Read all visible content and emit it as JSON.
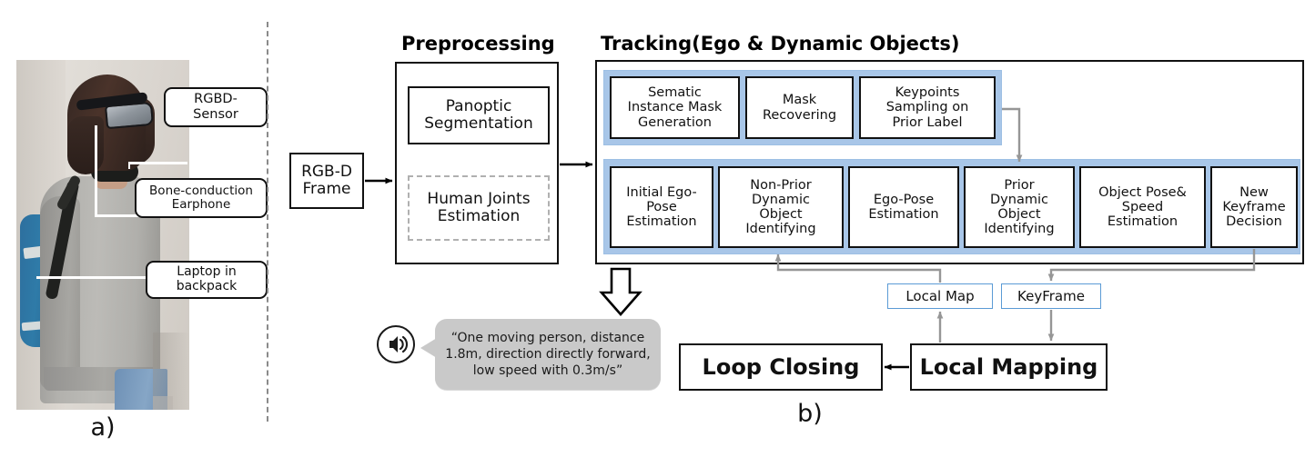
{
  "figure": {
    "panel_a_caption": "a)",
    "panel_b_caption": "b)"
  },
  "photo_panel": {
    "callouts": [
      {
        "name": "rgbd-sensor",
        "line1": "RGBD-",
        "line2": "Sensor"
      },
      {
        "name": "bone-conduction-earphone",
        "line1": "Bone-conduction",
        "line2": "Earphone"
      },
      {
        "name": "laptop-in-backpack",
        "line1": "Laptop in",
        "line2": "backpack"
      }
    ]
  },
  "pipeline": {
    "input_block": {
      "line1": "RGB-D",
      "line2": "Frame"
    },
    "preprocessing": {
      "title": "Preprocessing",
      "blocks": [
        {
          "name": "panoptic-segmentation",
          "line1": "Panoptic",
          "line2": "Segmentation",
          "style": "solid"
        },
        {
          "name": "human-joints-estimation",
          "line1": "Human Joints",
          "line2": "Estimation",
          "style": "dashed"
        }
      ]
    },
    "tracking": {
      "title": "Tracking(Ego & Dynamic Objects)",
      "row1": [
        {
          "name": "sematic-instance-mask-generation",
          "lines": [
            "Sematic",
            "Instance Mask",
            "Generation"
          ]
        },
        {
          "name": "mask-recovering",
          "lines": [
            "Mask",
            "Recovering"
          ]
        },
        {
          "name": "keypoints-sampling-on-prior-label",
          "lines": [
            "Keypoints",
            "Sampling on",
            "Prior Label"
          ]
        }
      ],
      "row2": [
        {
          "name": "initial-ego-pose-estimation",
          "lines": [
            "Initial Ego-",
            "Pose",
            "Estimation"
          ]
        },
        {
          "name": "non-prior-dynamic-object-identifying",
          "lines": [
            "Non-Prior",
            "Dynamic",
            "Object",
            "Identifying"
          ]
        },
        {
          "name": "ego-pose-estimation",
          "lines": [
            "Ego-Pose",
            "Estimation"
          ]
        },
        {
          "name": "prior-dynamic-object-identifying",
          "lines": [
            "Prior",
            "Dynamic",
            "Object",
            "Identifying"
          ]
        },
        {
          "name": "object-pose-speed-estimation",
          "lines": [
            "Object Pose&",
            "Speed",
            "Estimation"
          ]
        },
        {
          "name": "new-keyframe-decision",
          "lines": [
            "New",
            "Keyframe",
            "Decision"
          ]
        }
      ]
    },
    "stores": [
      {
        "name": "local-map",
        "label": "Local Map"
      },
      {
        "name": "keyframe",
        "label": "KeyFrame"
      }
    ],
    "backend": [
      {
        "name": "loop-closing",
        "label": "Loop Closing"
      },
      {
        "name": "local-mapping",
        "label": "Local Mapping"
      }
    ]
  },
  "audio_output": {
    "speaker_icon": "speaker-waves-icon",
    "message": "“One moving person, distance 1.8m, direction directly forward, low speed with 0.3m/s”"
  },
  "colors": {
    "blue_band": "#a8c6e8",
    "blue_border": "#5b9bd5",
    "arrow_gray": "#969696",
    "arrow_black": "#000000",
    "bubble_gray": "#c9c9c9",
    "divider_gray": "#8a8a8a"
  }
}
